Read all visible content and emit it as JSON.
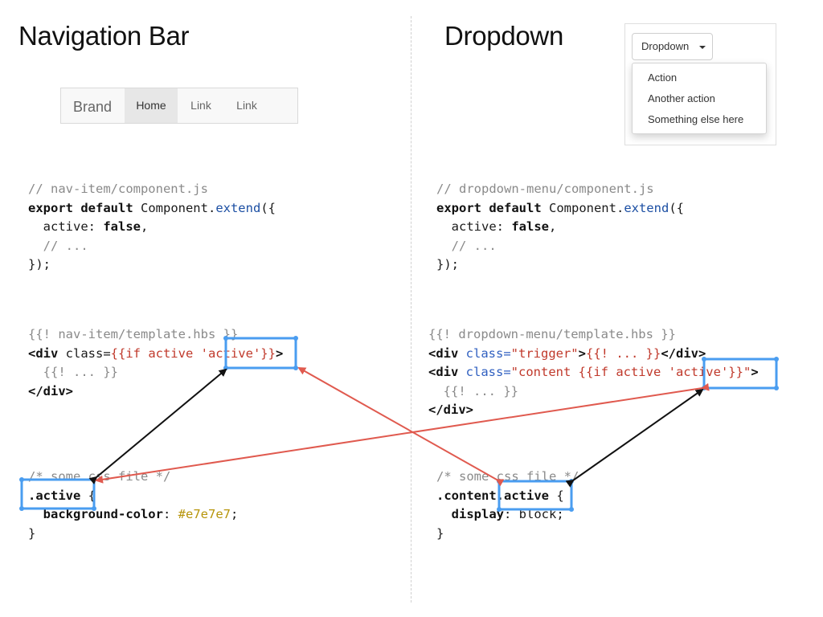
{
  "headings": {
    "left": "Navigation Bar",
    "right": "Dropdown"
  },
  "navbar": {
    "brand": "Brand",
    "items": [
      {
        "label": "Home",
        "active": true
      },
      {
        "label": "Link",
        "active": false
      },
      {
        "label": "Link",
        "active": false
      }
    ],
    "active_bg": "#e7e7e7"
  },
  "dropdown_demo": {
    "button_label": "Dropdown",
    "items": [
      "Action",
      "Another action",
      "Something else here"
    ]
  },
  "code": {
    "nav_js": {
      "l1": "// nav-item/component.js",
      "l2_kw": "export default",
      "l2_a": " Component.",
      "l2_fn": "extend",
      "l2_b": "({",
      "l3_a": "  active: ",
      "l3_kw": "false",
      "l3_b": ",",
      "l4": "  // ...",
      "l5": "});"
    },
    "nav_hbs": {
      "l1": "{{! nav-item/template.hbs }}",
      "l2_a": "<div",
      "l2_b": " class=",
      "l2_c": "{{if active ",
      "l2_d": "'active'",
      "l2_e": "}}",
      "l2_f": ">",
      "l3": "  {{! ... }}",
      "l4": "</div>"
    },
    "nav_css": {
      "l1": "/* some css file */",
      "l2_sel": ".active",
      "l2_b": " {",
      "l3_kw": "  background-color",
      "l3_b": ": ",
      "l3_hex": "#e7e7e7",
      "l3_c": ";",
      "l4": "}"
    },
    "dd_js": {
      "l1": "// dropdown-menu/component.js",
      "l2_kw": "export default",
      "l2_a": " Component.",
      "l2_fn": "extend",
      "l2_b": "({",
      "l3_a": "  active: ",
      "l3_kw": "false",
      "l3_b": ",",
      "l4": "  // ...",
      "l5": "});"
    },
    "dd_hbs": {
      "l1": "{{! dropdown-menu/template.hbs }}",
      "l2_a": "<div",
      "l2_b": " class=",
      "l2_c": "\"trigger\"",
      "l2_d": ">",
      "l2_e": "{{! ... }}",
      "l2_f": "</div>",
      "l3_a": "<div",
      "l3_b": " class=",
      "l3_c": "\"content ",
      "l3_d": "{{if active ",
      "l3_e": "'active'",
      "l3_f": "}}",
      "l3_g": "\"",
      "l3_h": ">",
      "l4": "  {{! ... }}",
      "l5": "</div>"
    },
    "dd_css": {
      "l1": "/* some css file */",
      "l2_sel": ".content.active",
      "l2_b": " {",
      "l3_kw": "  display",
      "l3_b": ": block;",
      "l4": "}"
    }
  },
  "colors": {
    "highlight_box": "#4a9df0",
    "arrow_black": "#111111",
    "arrow_red": "#e05a4f"
  }
}
